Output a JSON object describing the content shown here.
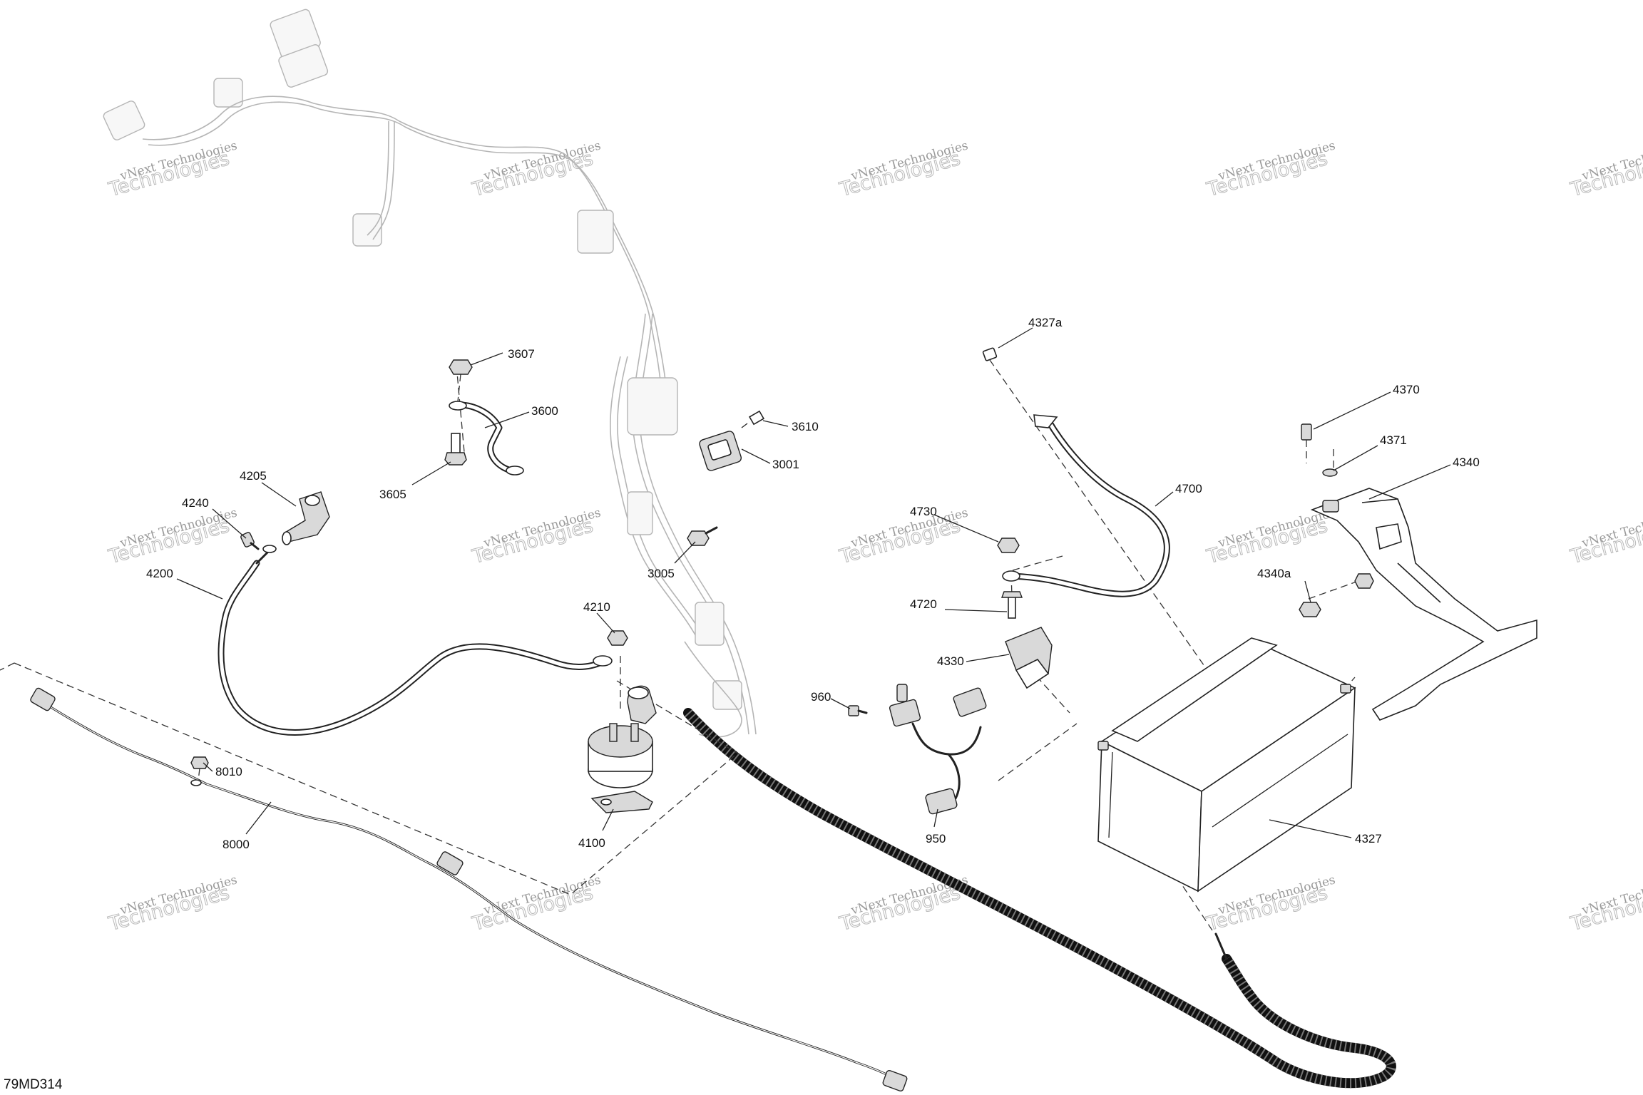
{
  "figure_code": "79MD314",
  "watermark": {
    "line1": "vNext Technologies",
    "line2": "Technologies"
  },
  "callouts": [
    {
      "id": "c-3607",
      "text": "3607"
    },
    {
      "id": "c-3600",
      "text": "3600"
    },
    {
      "id": "c-3605",
      "text": "3605"
    },
    {
      "id": "c-3610",
      "text": "3610"
    },
    {
      "id": "c-3001",
      "text": "3001"
    },
    {
      "id": "c-3005",
      "text": "3005"
    },
    {
      "id": "c-4205",
      "text": "4205"
    },
    {
      "id": "c-4240",
      "text": "4240"
    },
    {
      "id": "c-4200",
      "text": "4200"
    },
    {
      "id": "c-4210",
      "text": "4210"
    },
    {
      "id": "c-4100",
      "text": "4100"
    },
    {
      "id": "c-8010",
      "text": "8010"
    },
    {
      "id": "c-8000",
      "text": "8000"
    },
    {
      "id": "c-4327a",
      "text": "4327a"
    },
    {
      "id": "c-4700",
      "text": "4700"
    },
    {
      "id": "c-4730",
      "text": "4730"
    },
    {
      "id": "c-4720",
      "text": "4720"
    },
    {
      "id": "c-4330",
      "text": "4330"
    },
    {
      "id": "c-960",
      "text": "960"
    },
    {
      "id": "c-950",
      "text": "950"
    },
    {
      "id": "c-4327",
      "text": "4327"
    },
    {
      "id": "c-4370",
      "text": "4370"
    },
    {
      "id": "c-4371",
      "text": "4371"
    },
    {
      "id": "c-4340",
      "text": "4340"
    },
    {
      "id": "c-4340a",
      "text": "4340a"
    }
  ]
}
